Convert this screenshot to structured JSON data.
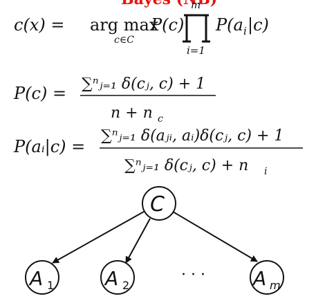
{
  "title_fragment": "Bayes (NB)",
  "equations": {
    "classifier": {
      "lhs": "c(x) = ",
      "argmax": "arg max",
      "argmax_sub": "c∈C",
      "rhs_a": "P(c)",
      "prod_upper": "m",
      "prod_lower": "i=1",
      "rhs_b": "P(a",
      "rhs_b_sub": "i",
      "rhs_b_end": "|c)"
    },
    "prior": {
      "lhs": "P(c) = ",
      "numerator": "∑ⁿⱼ₌₁ δ(cⱼ, c) + 1",
      "denominator": "n + n",
      "denominator_sub": "c"
    },
    "likelihood": {
      "lhs": "P(aᵢ|c) = ",
      "numerator": "∑ⁿⱼ₌₁ δ(aⱼᵢ, aᵢ)δ(cⱼ, c) + 1",
      "denominator": "∑ⁿⱼ₌₁ δ(cⱼ, c) + n",
      "denominator_sub": "i"
    }
  },
  "diagram": {
    "root": {
      "label": "C"
    },
    "children": [
      {
        "label": "A",
        "sub": "1"
      },
      {
        "label": "A",
        "sub": "2"
      },
      {
        "label": "A",
        "sub": "m"
      }
    ],
    "ellipsis": "· · ·"
  }
}
